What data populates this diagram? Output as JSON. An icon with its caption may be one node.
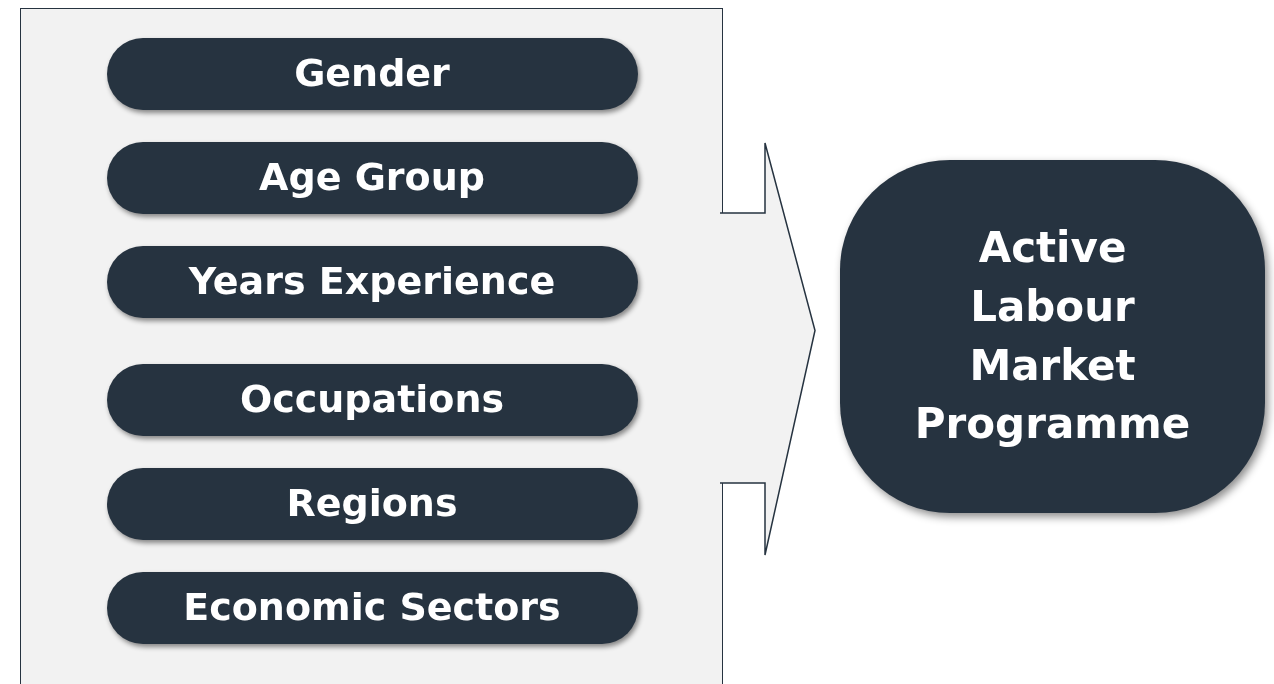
{
  "diagram": {
    "nodes": [
      {
        "text": [],
        "shape": "box"
      },
      {
        "text": [
          "Gender"
        ],
        "in": 0
      },
      {
        "text": [
          "Age Group"
        ],
        "in": 0
      },
      {
        "text": [
          "Years Experience"
        ],
        "in": 0
      },
      {
        "text": [
          "Occupations"
        ],
        "in": 0
      },
      {
        "text": [
          "Regions"
        ],
        "in": 0
      },
      {
        "text": [
          "Economic Sectors"
        ],
        "in": 0
      },
      {
        "text": [
          "Active Labour Market Programme"
        ]
      }
    ],
    "edges": [
      {
        "from": 0,
        "to": 7,
        "arrow": "to"
      }
    ]
  }
}
